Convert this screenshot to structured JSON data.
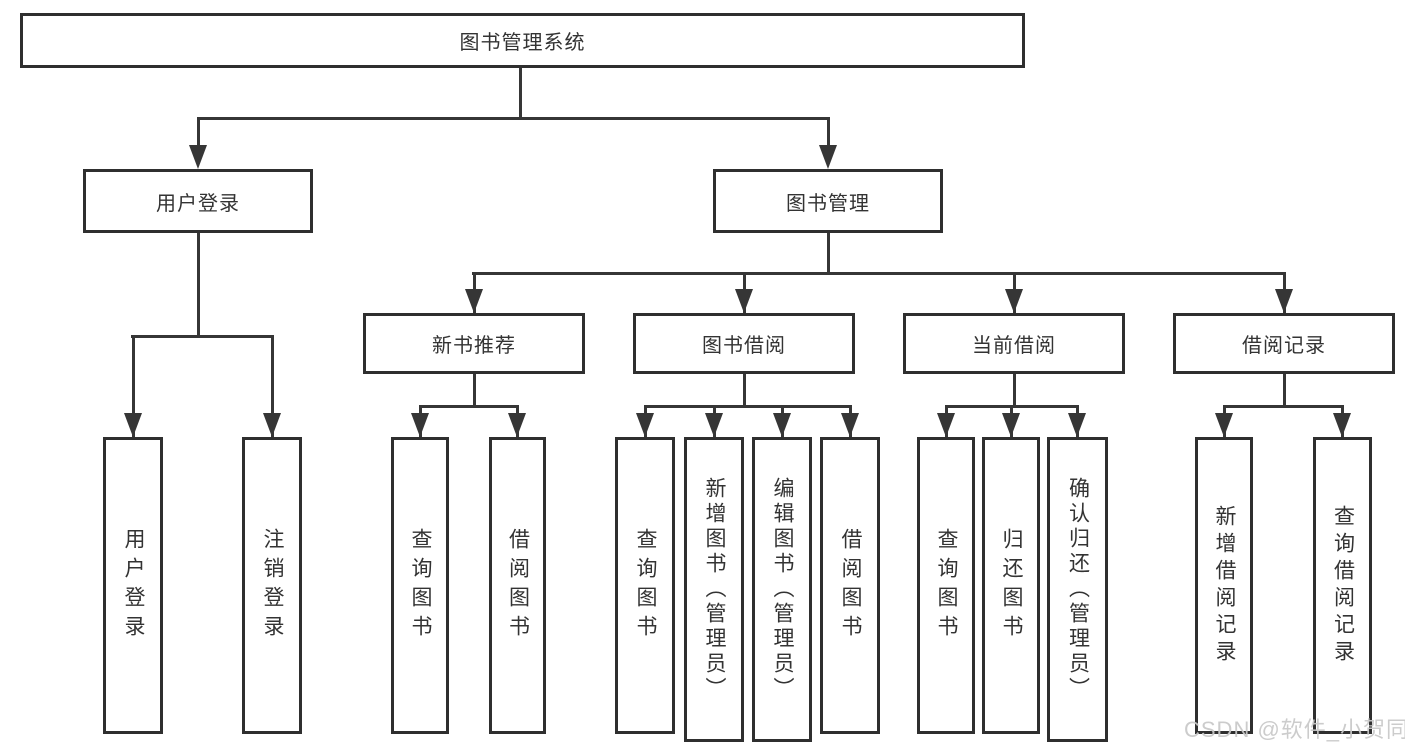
{
  "watermark": "CSDN @软件_小贺同学",
  "diagram": {
    "root": {
      "label": "图书管理系统"
    },
    "branches": {
      "user_login": {
        "label": "用户登录"
      },
      "book_mgmt": {
        "label": "图书管理"
      }
    },
    "modules": {
      "new_book_rec": {
        "label": "新书推荐"
      },
      "book_borrow": {
        "label": "图书借阅"
      },
      "current_borrow": {
        "label": "当前借阅"
      },
      "borrow_records": {
        "label": "借阅记录"
      }
    },
    "leaves": {
      "user_login": {
        "label": "用户登录"
      },
      "logout": {
        "label": "注销登录"
      },
      "nbr_query_book": {
        "label": "查询图书"
      },
      "nbr_borrow_book": {
        "label": "借阅图书"
      },
      "bb_query_book": {
        "label": "查询图书"
      },
      "bb_add_book": {
        "label": "新增图书（管理员）"
      },
      "bb_edit_book": {
        "label": "编辑图书（管理员）"
      },
      "bb_borrow_book": {
        "label": "借阅图书"
      },
      "cb_query_book": {
        "label": "查询图书"
      },
      "cb_return_book": {
        "label": "归还图书"
      },
      "cb_confirm_return": {
        "label": "确认归还（管理员）"
      },
      "br_add_record": {
        "label": "新增借阅记录"
      },
      "br_query_record": {
        "label": "查询借阅记录"
      }
    }
  }
}
